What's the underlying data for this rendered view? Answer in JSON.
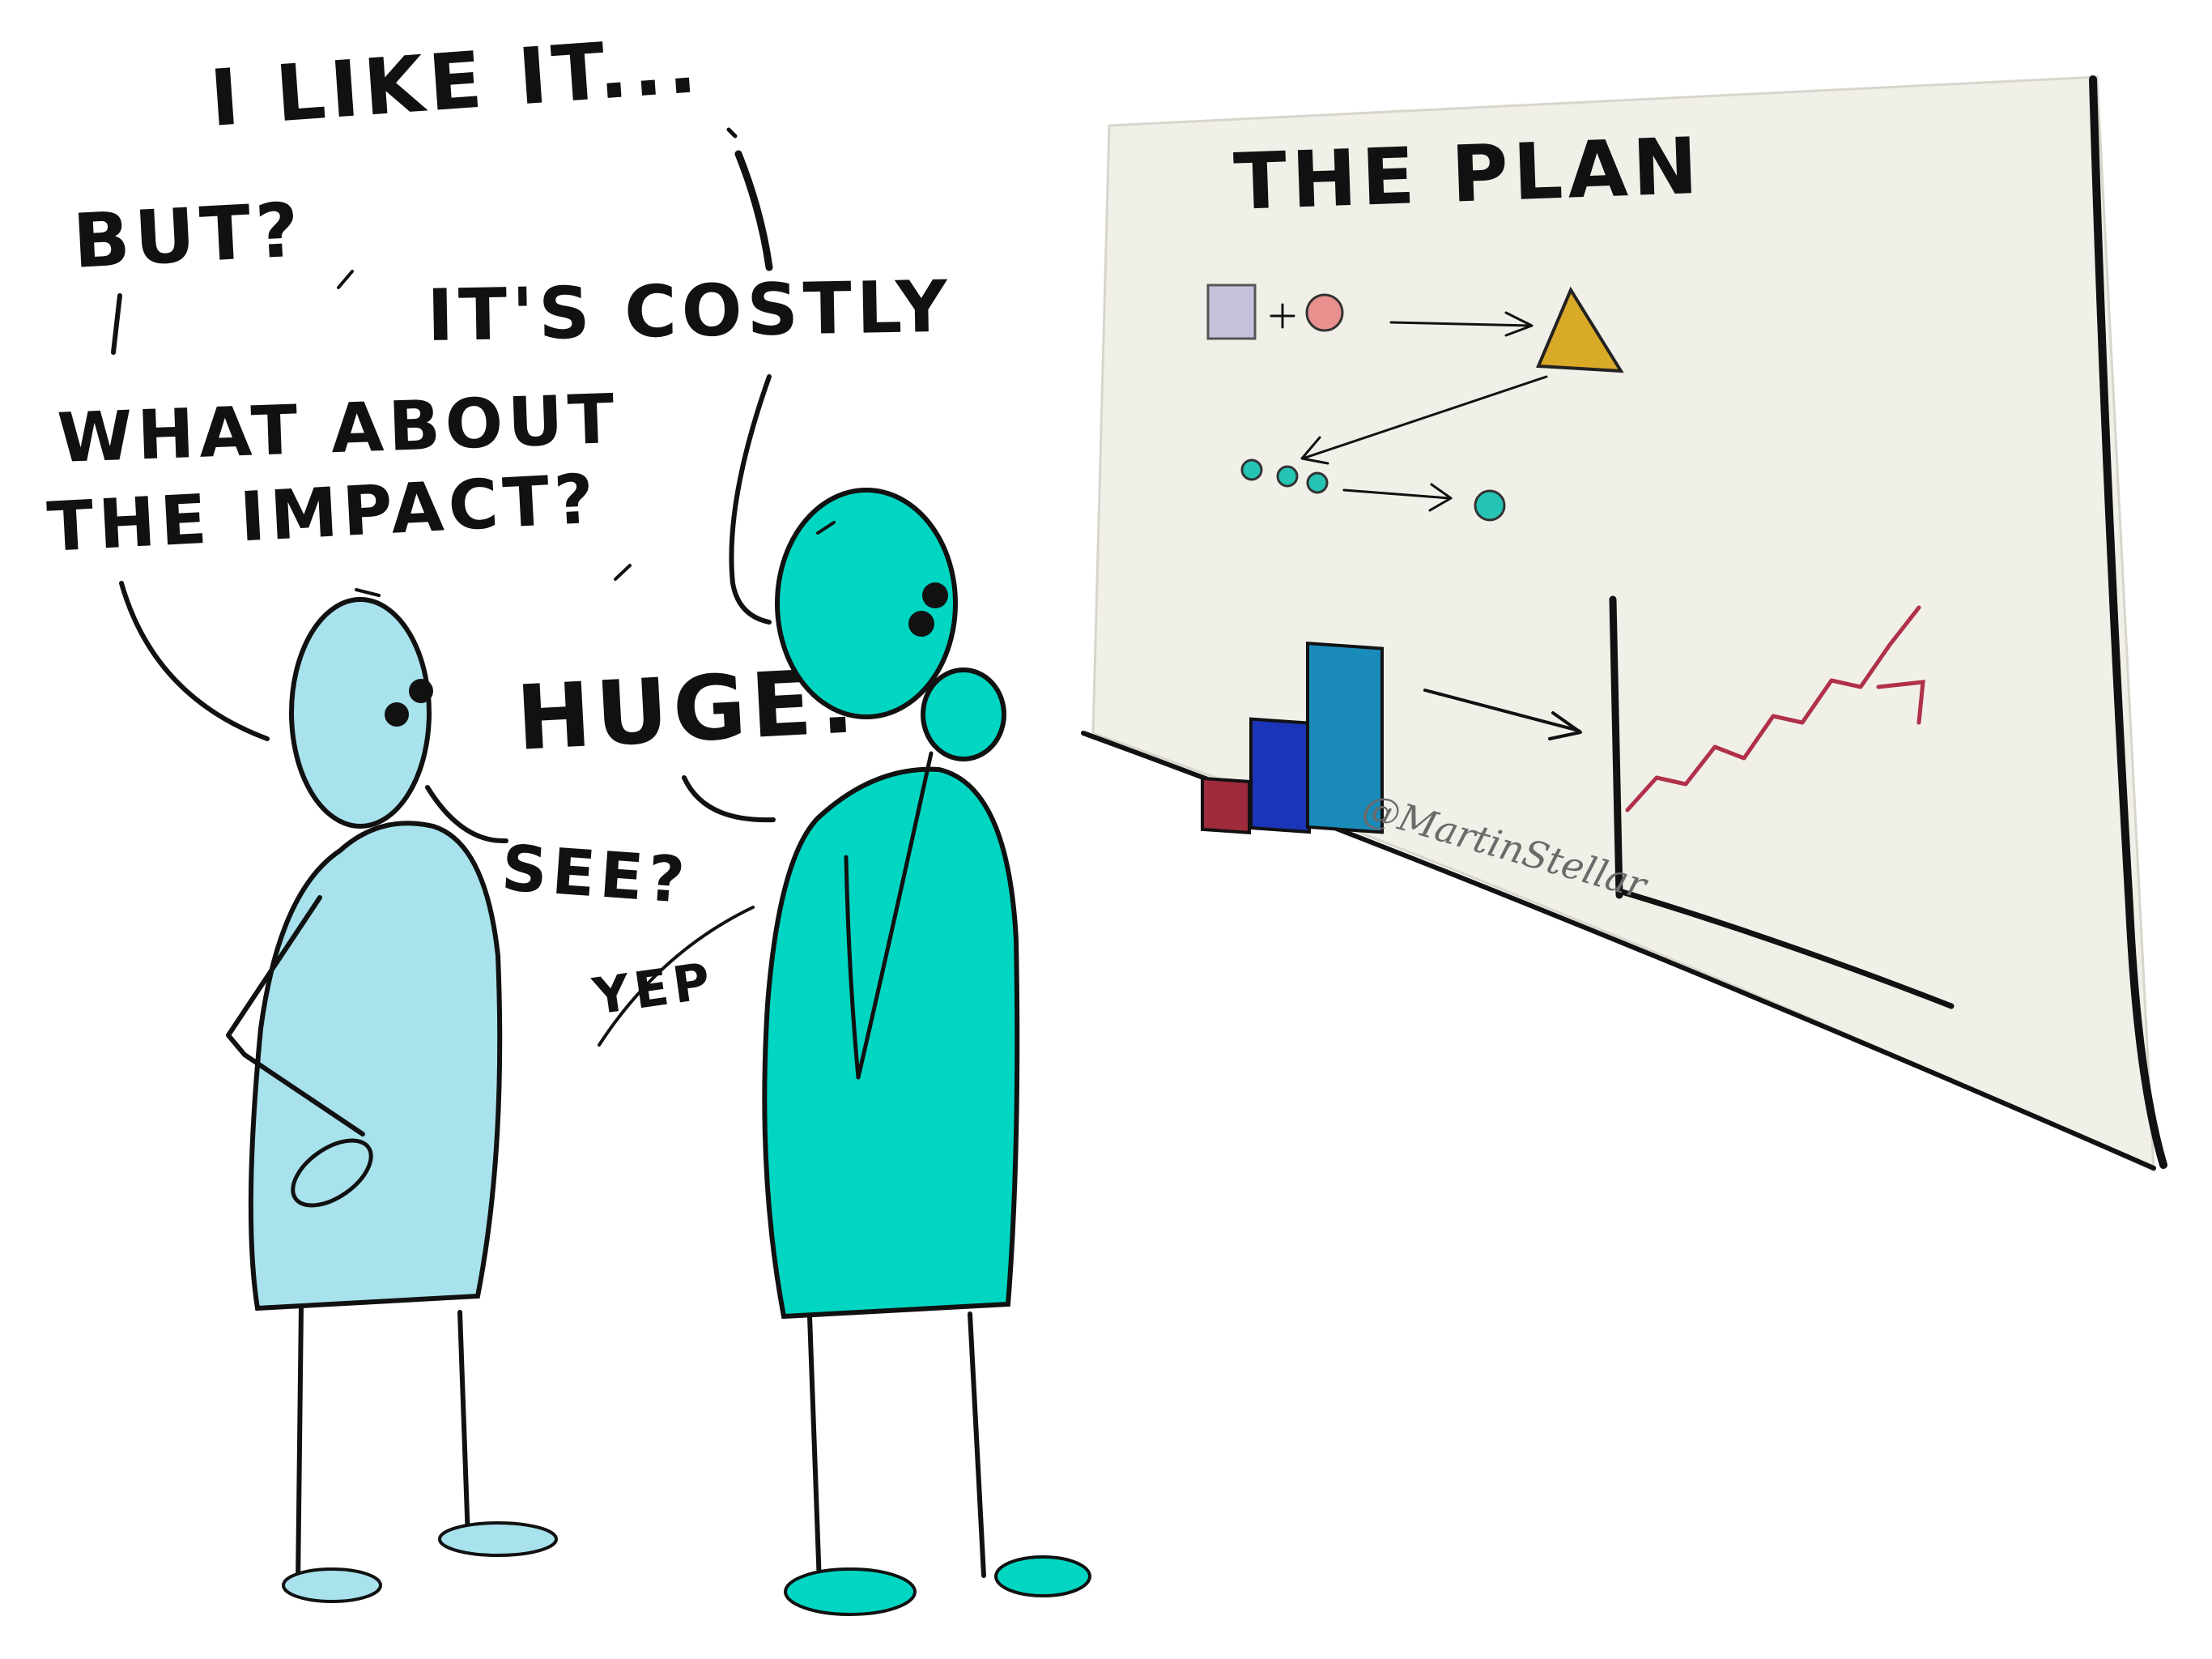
{
  "speech": {
    "like": "I LIKE IT...",
    "but": "BUT?",
    "costly": "IT'S COSTLY",
    "impact_line1": "WHAT ABOUT",
    "impact_line2": "THE IMPACT?",
    "huge": "HUGE!",
    "see": "SEE?",
    "yep": "YEP"
  },
  "board": {
    "title": "THE PLAN",
    "signature": "@MartinStellar",
    "chart_data": {
      "type": "bar",
      "categories": [
        "",
        "",
        ""
      ],
      "values": [
        1.5,
        3.2,
        5.4
      ],
      "colors": [
        "#9e2a3c",
        "#1a35b8",
        "#1a8ab8"
      ]
    },
    "trend_line": {
      "type": "line",
      "y": [
        1,
        2,
        1.4,
        2.6,
        1.8,
        3.2,
        2.6,
        4.0,
        3.4,
        4.8,
        6.0
      ],
      "color": "#b0304a"
    }
  },
  "colors": {
    "figure_left": "#a8e2ec",
    "figure_right": "#00d6c2",
    "board_paper": "#f0efe8",
    "square": "#c5c3dc",
    "circle": "#e8908e",
    "triangle": "#d9a928",
    "dots": "#26c4b4"
  }
}
